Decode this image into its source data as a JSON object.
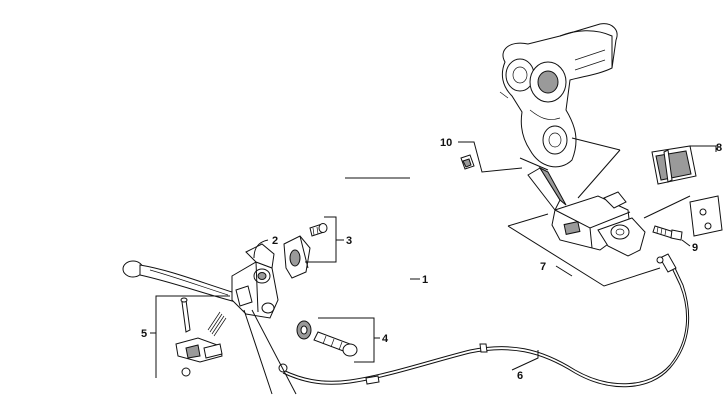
{
  "diagram": {
    "callouts": [
      {
        "id": "c1",
        "label": "1"
      },
      {
        "id": "c2",
        "label": "2"
      },
      {
        "id": "c3",
        "label": "3"
      },
      {
        "id": "c4",
        "label": "4"
      },
      {
        "id": "c5",
        "label": "5"
      },
      {
        "id": "c6",
        "label": "6"
      },
      {
        "id": "c7",
        "label": "7"
      },
      {
        "id": "c8",
        "label": "8"
      },
      {
        "id": "c9",
        "label": "9"
      },
      {
        "id": "c10",
        "label": "10"
      }
    ]
  }
}
